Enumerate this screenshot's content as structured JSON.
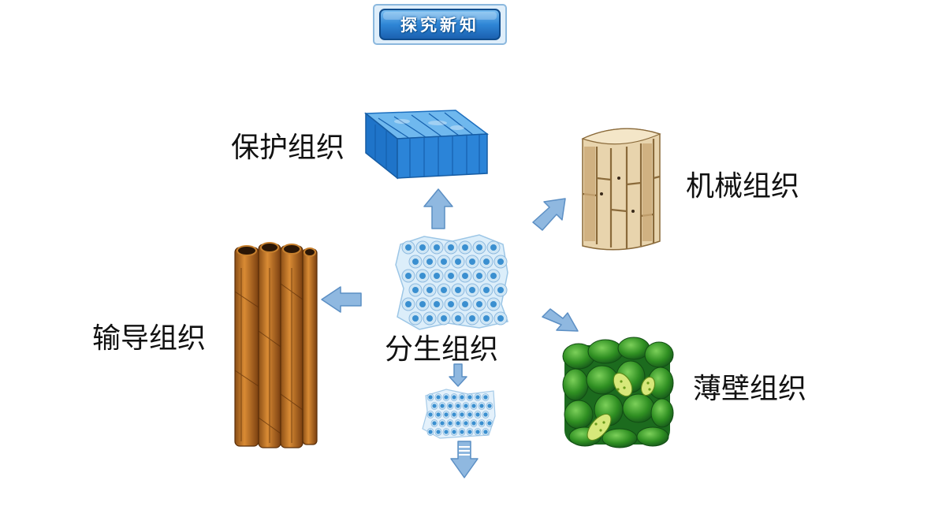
{
  "banner": {
    "title": "探究新知"
  },
  "labels": {
    "protective": "保护组织",
    "mechanical": "机械组织",
    "conducting": "输导组织",
    "meristematic": "分生组织",
    "parenchyma": "薄壁组织"
  },
  "colors": {
    "arrow": "#8fb8e0",
    "arrow_stroke": "#5c8fc4",
    "banner_bg": "#2f86d6",
    "protective": "#2b84d8",
    "mechanical": "#d8b888",
    "conducting": "#c97a2a",
    "parenchyma": "#3a9a2a",
    "meristem_cell": "#cfe6f5",
    "meristem_nucleus": "#3a8fd0"
  }
}
